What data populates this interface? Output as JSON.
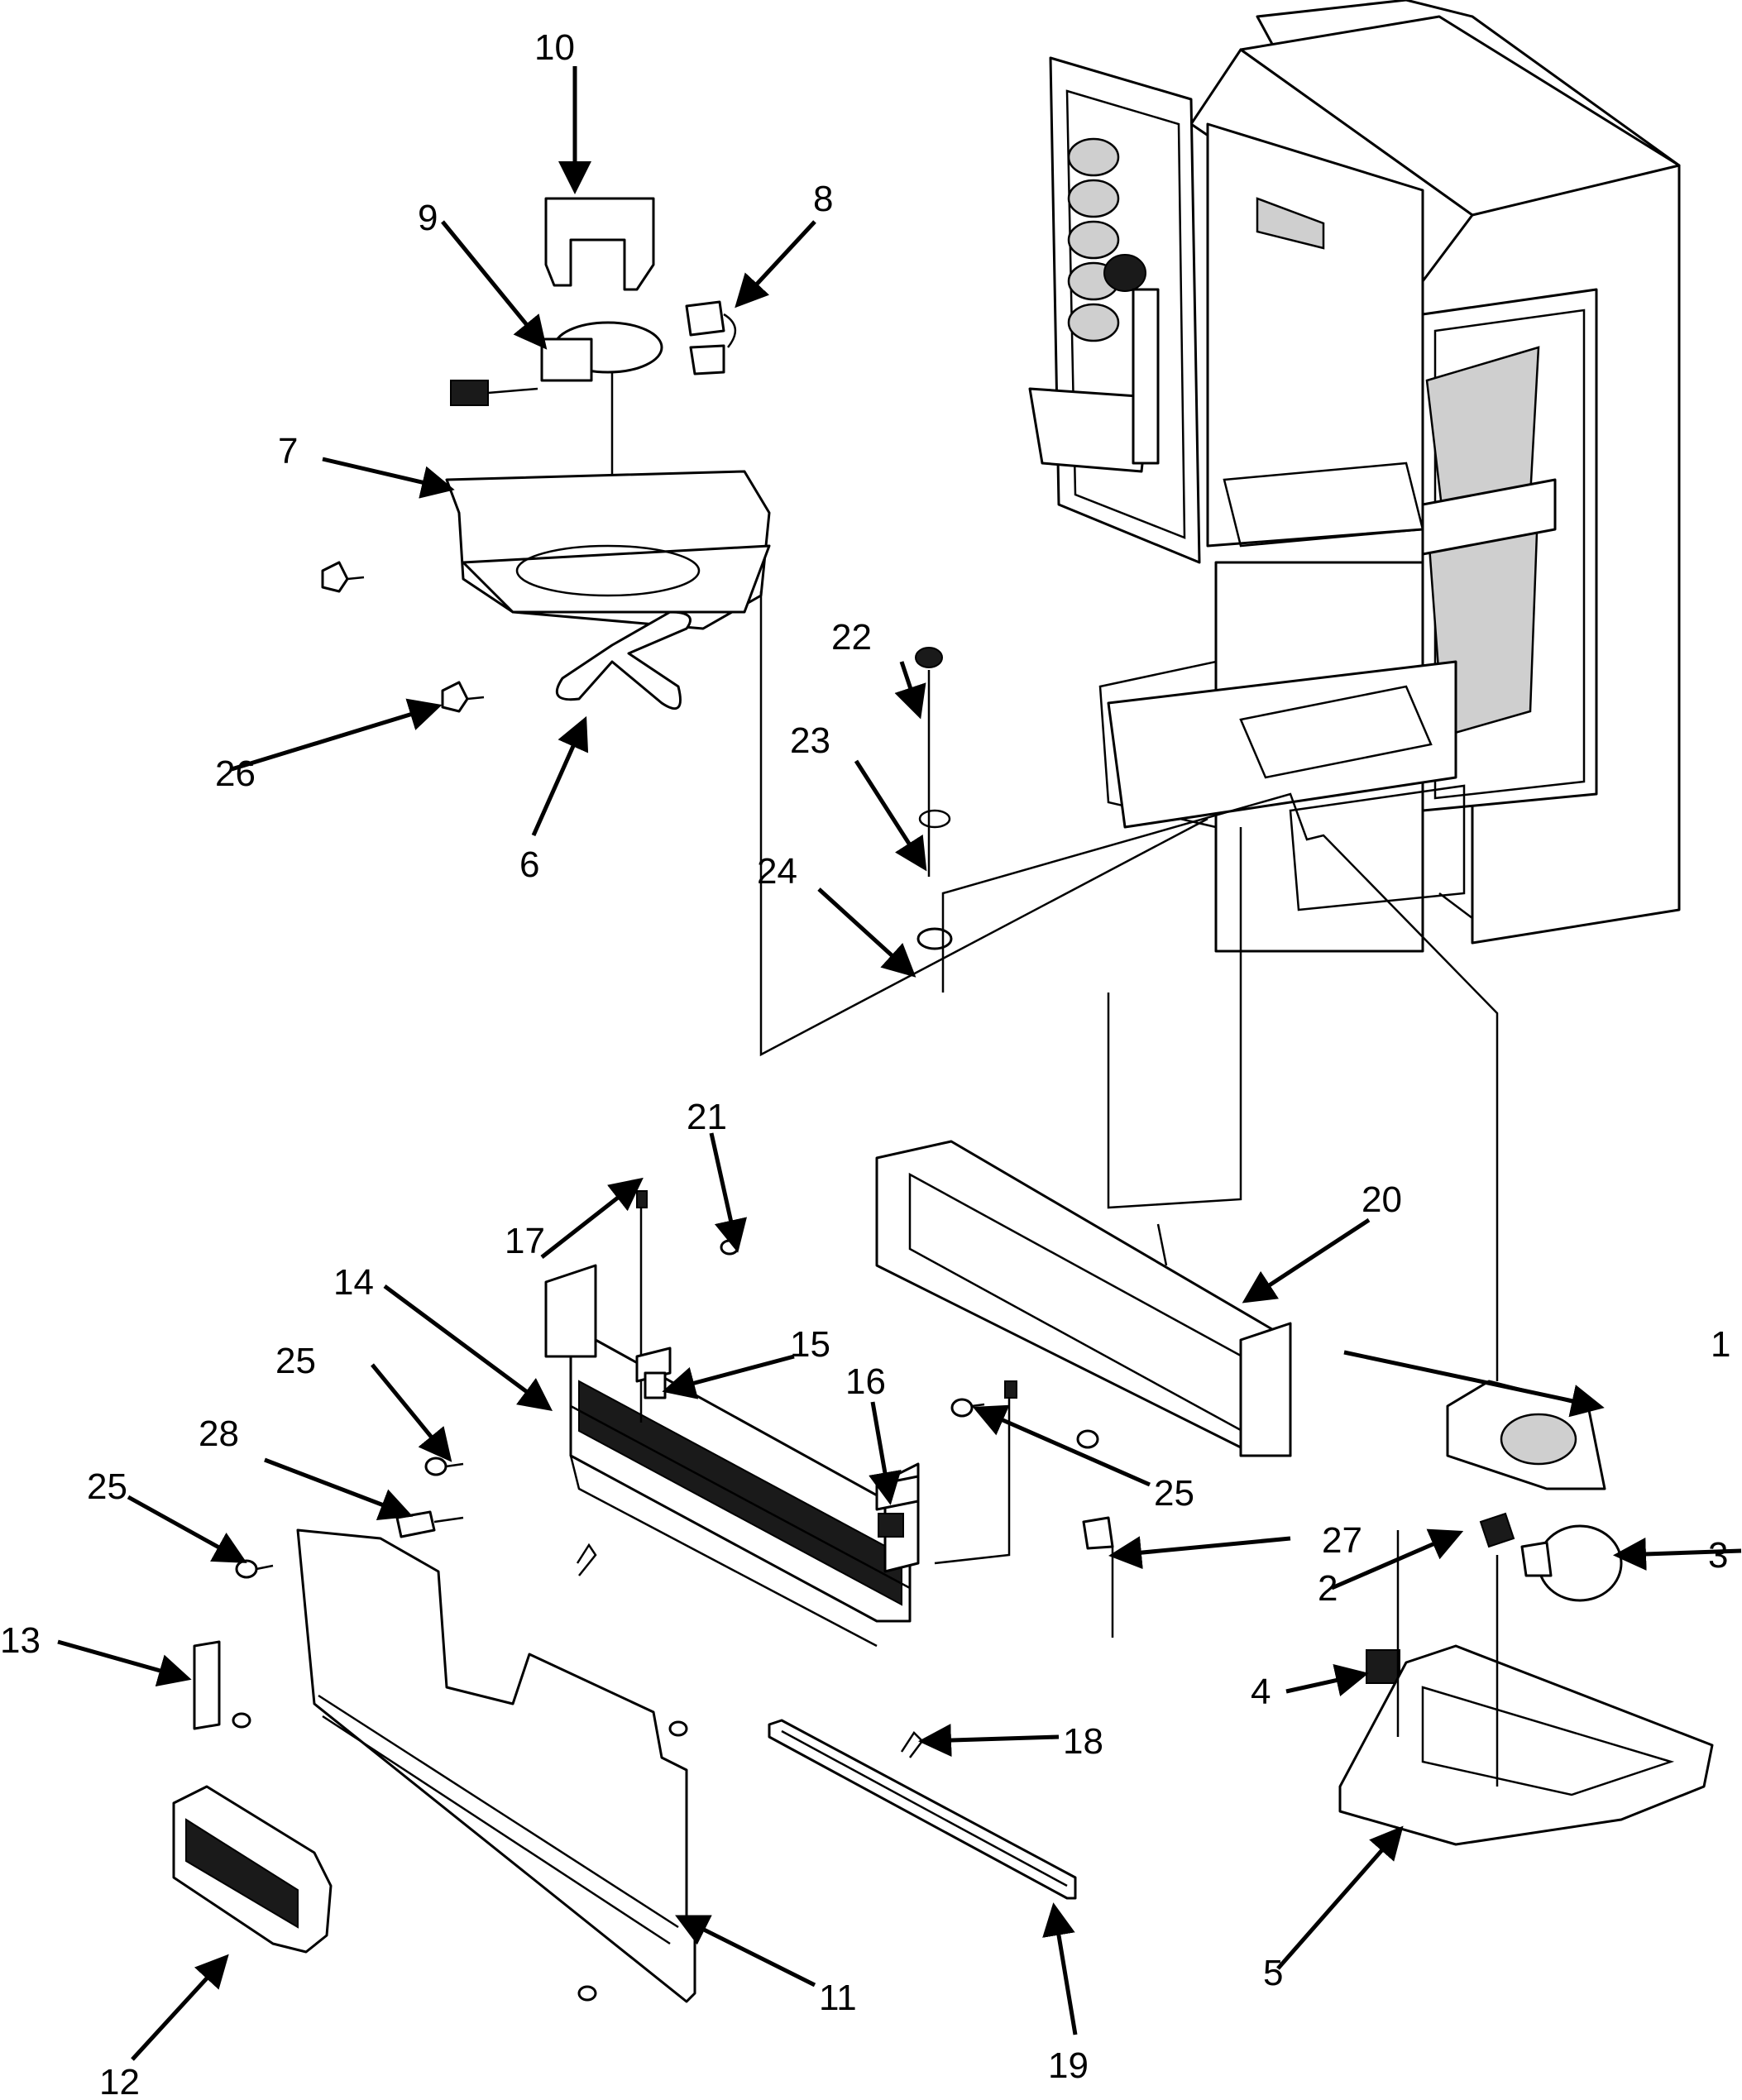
{
  "callouts": [
    {
      "id": "1",
      "text": "1"
    },
    {
      "id": "2",
      "text": "2"
    },
    {
      "id": "3",
      "text": "3"
    },
    {
      "id": "4",
      "text": "4"
    },
    {
      "id": "5",
      "text": "5"
    },
    {
      "id": "6",
      "text": "6"
    },
    {
      "id": "7",
      "text": "7"
    },
    {
      "id": "8",
      "text": "8"
    },
    {
      "id": "9",
      "text": "9"
    },
    {
      "id": "10",
      "text": "10"
    },
    {
      "id": "11",
      "text": "11"
    },
    {
      "id": "12",
      "text": "12"
    },
    {
      "id": "13",
      "text": "13"
    },
    {
      "id": "14",
      "text": "14"
    },
    {
      "id": "15",
      "text": "15"
    },
    {
      "id": "16",
      "text": "16"
    },
    {
      "id": "17",
      "text": "17"
    },
    {
      "id": "18",
      "text": "18"
    },
    {
      "id": "19",
      "text": "19"
    },
    {
      "id": "20",
      "text": "20"
    },
    {
      "id": "21",
      "text": "21"
    },
    {
      "id": "22",
      "text": "22"
    },
    {
      "id": "23",
      "text": "23"
    },
    {
      "id": "24",
      "text": "24"
    },
    {
      "id": "25a",
      "text": "25"
    },
    {
      "id": "25b",
      "text": "25"
    },
    {
      "id": "25c",
      "text": "25"
    },
    {
      "id": "26",
      "text": "26"
    },
    {
      "id": "27",
      "text": "27"
    },
    {
      "id": "28",
      "text": "28"
    }
  ]
}
